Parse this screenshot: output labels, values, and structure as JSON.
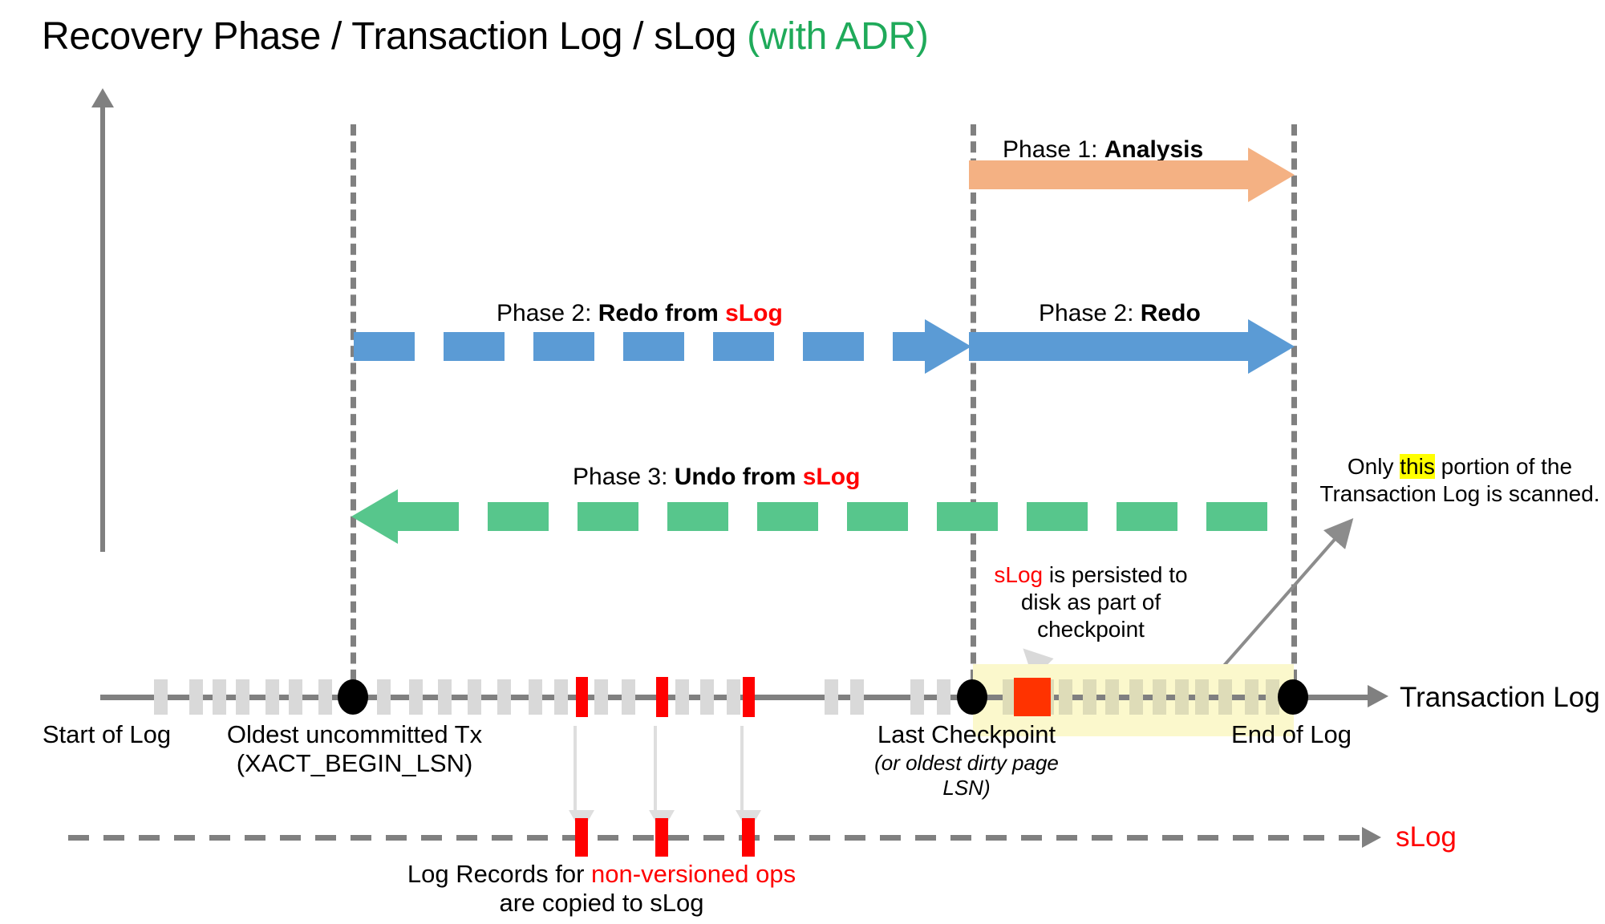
{
  "title": {
    "main": "Recovery Phase / Transaction Log / sLog ",
    "suffix": "(with ADR)"
  },
  "colors": {
    "analysis_orange": "#f4b183",
    "redo_blue": "#5b9bd5",
    "undo_green": "#57c68c",
    "slog_red": "#ff0000",
    "checkpoint_red": "#ff3300",
    "highlight_yellow": "#fbf8cc",
    "mark_yellow": "#ffff00",
    "axis_gray": "#808080",
    "block_gray": "#d9d9d9",
    "adr_green": "#1faa5a"
  },
  "phases": [
    {
      "id": "analysis",
      "prefix": "Phase 1: ",
      "name": "Analysis",
      "style": "solid",
      "direction": "right",
      "color": "#f4b183"
    },
    {
      "id": "redo-from-slog",
      "prefix": "Phase 2: ",
      "name": "Redo from ",
      "name_red": "sLog",
      "style": "dashed",
      "direction": "right",
      "color": "#5b9bd5"
    },
    {
      "id": "redo",
      "prefix": "Phase 2: ",
      "name": "Redo",
      "style": "solid",
      "direction": "right",
      "color": "#5b9bd5"
    },
    {
      "id": "undo-from-slog",
      "prefix": "Phase 3: ",
      "name": "Undo from ",
      "name_red": "sLog",
      "style": "dashed",
      "direction": "left",
      "color": "#57c68c"
    }
  ],
  "axes": {
    "transaction_log_label": "Transaction Log",
    "slog_label": "sLog"
  },
  "markers": {
    "start_of_log": "Start of Log",
    "oldest_tx_line1": "Oldest uncommitted Tx",
    "oldest_tx_line2": "(XACT_BEGIN_LSN)",
    "last_checkpoint": "Last Checkpoint",
    "last_checkpoint_sub1": "(or oldest dirty page",
    "last_checkpoint_sub2": "LSN)",
    "end_of_log": "End of Log"
  },
  "notes": {
    "scanned_line1_a": "Only ",
    "scanned_line1_mark": "this",
    "scanned_line1_b": " portion of the",
    "scanned_line2": "Transaction Log is scanned.",
    "checkpoint_line1_red": "sLog",
    "checkpoint_line1_rest": " is persisted to",
    "checkpoint_line2": "disk as part of",
    "checkpoint_line3": "checkpoint",
    "slog_copy_line1_a": "Log Records for ",
    "slog_copy_line1_red": "non-versioned ops",
    "slog_copy_line2": "are copied to sLog"
  }
}
